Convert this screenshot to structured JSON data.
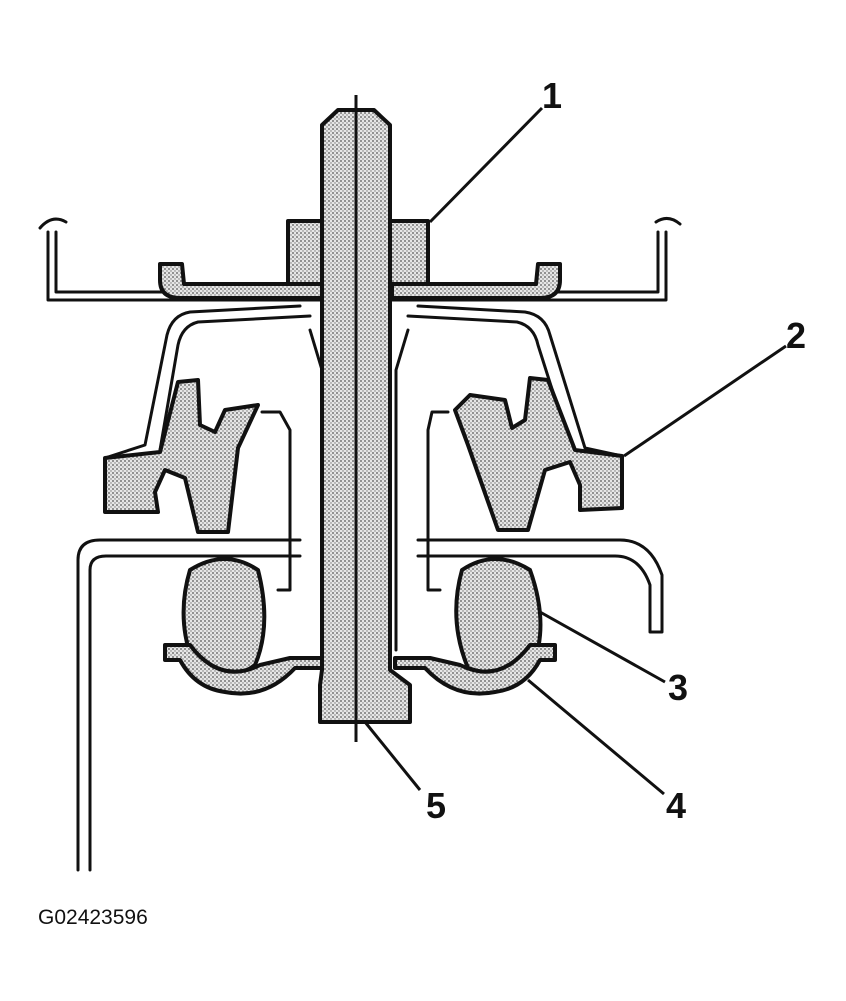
{
  "callouts": {
    "c1": "1",
    "c2": "2",
    "c3": "3",
    "c4": "4",
    "c5": "5"
  },
  "figure_id": "G02423596"
}
